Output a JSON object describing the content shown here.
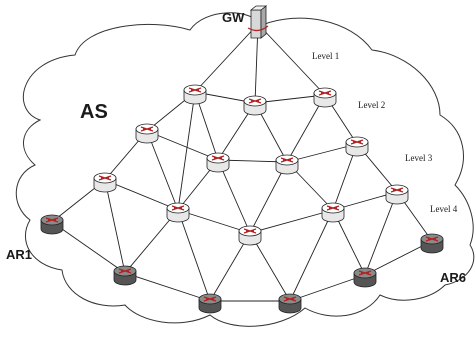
{
  "labels": {
    "gateway": "GW",
    "as": "AS",
    "ar1": "AR1",
    "ar6": "AR6",
    "level1": "Level 1",
    "level2": "Level 2",
    "level3": "Level 3",
    "level4": "Level 4"
  },
  "colors": {
    "router_top_light": "#ffffff",
    "router_body_light": "#e8e8e8",
    "router_top_dark": "#8a8a8a",
    "router_body_dark": "#555555",
    "router_arrow": "#b22222",
    "link": "#222222",
    "cloud": "#333333"
  },
  "icons": {
    "gateway": "gateway-server-icon",
    "router": "router-icon",
    "access_router": "access-router-icon"
  },
  "nodes": [
    {
      "id": "GW",
      "kind": "gateway",
      "level": 0
    },
    {
      "id": "L1a",
      "kind": "router",
      "level": 1
    },
    {
      "id": "L1b",
      "kind": "router",
      "level": 1
    },
    {
      "id": "L1c",
      "kind": "router",
      "level": 1
    },
    {
      "id": "L2a",
      "kind": "router",
      "level": 2
    },
    {
      "id": "L2b",
      "kind": "router",
      "level": 2
    },
    {
      "id": "L2c",
      "kind": "router",
      "level": 2
    },
    {
      "id": "L2d",
      "kind": "router",
      "level": 2
    },
    {
      "id": "L3a",
      "kind": "router",
      "level": 3
    },
    {
      "id": "L3b",
      "kind": "router",
      "level": 3
    },
    {
      "id": "L3c",
      "kind": "router",
      "level": 3
    },
    {
      "id": "L3d",
      "kind": "router",
      "level": 3
    },
    {
      "id": "L4a",
      "kind": "router",
      "level": 4
    },
    {
      "id": "AR1",
      "kind": "access_router",
      "level": 5
    },
    {
      "id": "AR2",
      "kind": "access_router",
      "level": 5
    },
    {
      "id": "AR3",
      "kind": "access_router",
      "level": 5
    },
    {
      "id": "AR4",
      "kind": "access_router",
      "level": 5
    },
    {
      "id": "AR5",
      "kind": "access_router",
      "level": 5
    },
    {
      "id": "AR6",
      "kind": "access_router",
      "level": 5
    }
  ],
  "links": [
    [
      "GW",
      "L1a"
    ],
    [
      "GW",
      "L1b"
    ],
    [
      "GW",
      "L1c"
    ],
    [
      "L1a",
      "L1b"
    ],
    [
      "L1b",
      "L1c"
    ],
    [
      "L1a",
      "L2a"
    ],
    [
      "L1a",
      "L2b"
    ],
    [
      "L1a",
      "L3b"
    ],
    [
      "L1b",
      "L2b"
    ],
    [
      "L1b",
      "L2c"
    ],
    [
      "L1c",
      "L2c"
    ],
    [
      "L1c",
      "L2d"
    ],
    [
      "L2a",
      "L2b"
    ],
    [
      "L2b",
      "L2c"
    ],
    [
      "L2c",
      "L2d"
    ],
    [
      "L2a",
      "L3a"
    ],
    [
      "L2a",
      "L3b"
    ],
    [
      "L2b",
      "L3b"
    ],
    [
      "L2b",
      "L4a"
    ],
    [
      "L2c",
      "L4a"
    ],
    [
      "L2c",
      "L3c"
    ],
    [
      "L2d",
      "L3c"
    ],
    [
      "L2d",
      "L3d"
    ],
    [
      "L3a",
      "L3b"
    ],
    [
      "L3b",
      "L4a"
    ],
    [
      "L4a",
      "L3c"
    ],
    [
      "L3c",
      "L3d"
    ],
    [
      "L3a",
      "AR1"
    ],
    [
      "L3a",
      "AR2"
    ],
    [
      "L3b",
      "AR2"
    ],
    [
      "L3b",
      "AR3"
    ],
    [
      "L4a",
      "AR3"
    ],
    [
      "L4a",
      "AR4"
    ],
    [
      "L3c",
      "AR4"
    ],
    [
      "L3c",
      "AR5"
    ],
    [
      "L3d",
      "AR5"
    ],
    [
      "L3d",
      "AR6"
    ],
    [
      "AR1",
      "AR2"
    ],
    [
      "AR2",
      "AR3"
    ],
    [
      "AR3",
      "AR4"
    ],
    [
      "AR4",
      "AR5"
    ],
    [
      "AR5",
      "AR6"
    ]
  ]
}
